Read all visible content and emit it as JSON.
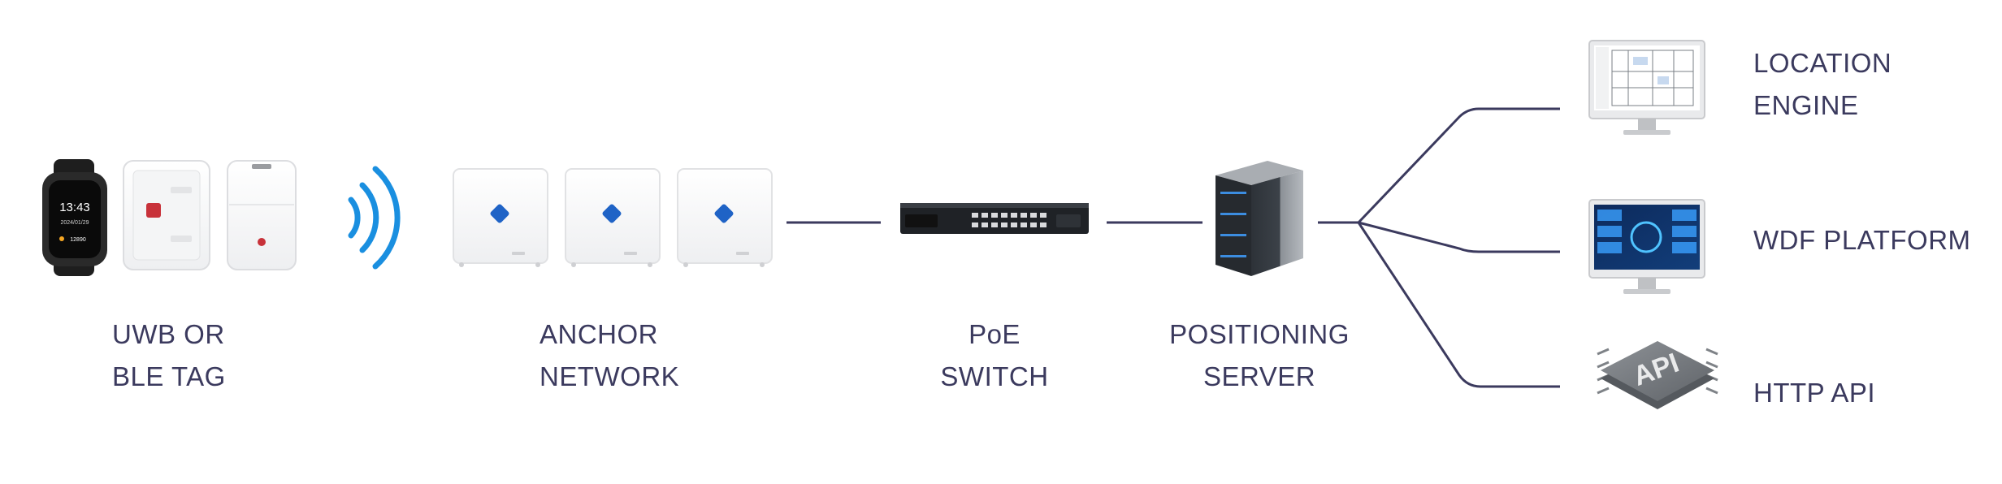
{
  "diagram": {
    "tag": {
      "watch_time": "13:43",
      "watch_date": "2024/01/29",
      "watch_steps": "12890",
      "label_line1": "UWB OR",
      "label_line2": "BLE TAG"
    },
    "anchor": {
      "label_line1": "ANCHOR",
      "label_line2": "NETWORK"
    },
    "switch": {
      "label_line1": "PoE",
      "label_line2": "SWITCH"
    },
    "server": {
      "label_line1": "POSITIONING",
      "label_line2": "SERVER"
    },
    "outputs": {
      "location_engine": {
        "label_line1": "LOCATION",
        "label_line2": "ENGINE"
      },
      "wdf_platform": {
        "label": "WDF PLATFORM"
      },
      "http_api": {
        "label": "HTTP API",
        "chip_text": "API"
      }
    },
    "colors": {
      "line": "#3b3a5e",
      "wireless": "#1a8fe0",
      "text": "#3b3a5e"
    }
  }
}
